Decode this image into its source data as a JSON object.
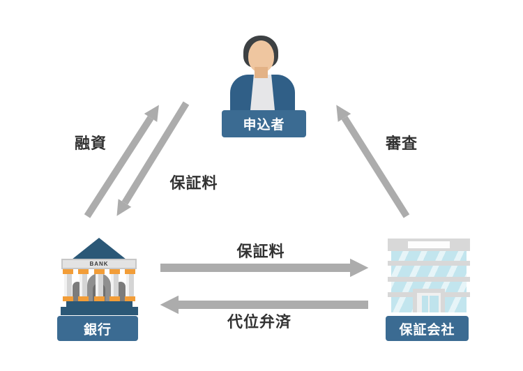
{
  "diagram": {
    "nodes": {
      "applicant": {
        "label": "申込者",
        "icon": "person-avatar"
      },
      "bank": {
        "label": "銀行",
        "icon": "bank-building",
        "sign_text": "BANK"
      },
      "guarantor": {
        "label": "保証会社",
        "icon": "office-building"
      }
    },
    "edges": [
      {
        "id": "loan",
        "label": "融資",
        "from": "bank",
        "to": "applicant"
      },
      {
        "id": "guarantee-fee-applicant-to-bank",
        "label": "保証料",
        "from": "applicant",
        "to": "bank"
      },
      {
        "id": "screening",
        "label": "審査",
        "from": "guarantor",
        "to": "applicant"
      },
      {
        "id": "guarantee-fee-bank-to-guarantor",
        "label": "保証料",
        "from": "bank",
        "to": "guarantor"
      },
      {
        "id": "subrogation-payment",
        "label": "代位弁済",
        "from": "guarantor",
        "to": "bank"
      }
    ],
    "colors": {
      "background": "#ffffff",
      "label_box_blue": "#3b6b92",
      "label_text": "#ffffff",
      "arrow_gray": "#acacac",
      "edge_text": "#323232",
      "navy_roof": "#2b5877",
      "column_orange": "#f29d38",
      "jacket_blue": "#305f87",
      "skin": "#efc6a0",
      "glass_blue": "#c2e5ee"
    }
  }
}
